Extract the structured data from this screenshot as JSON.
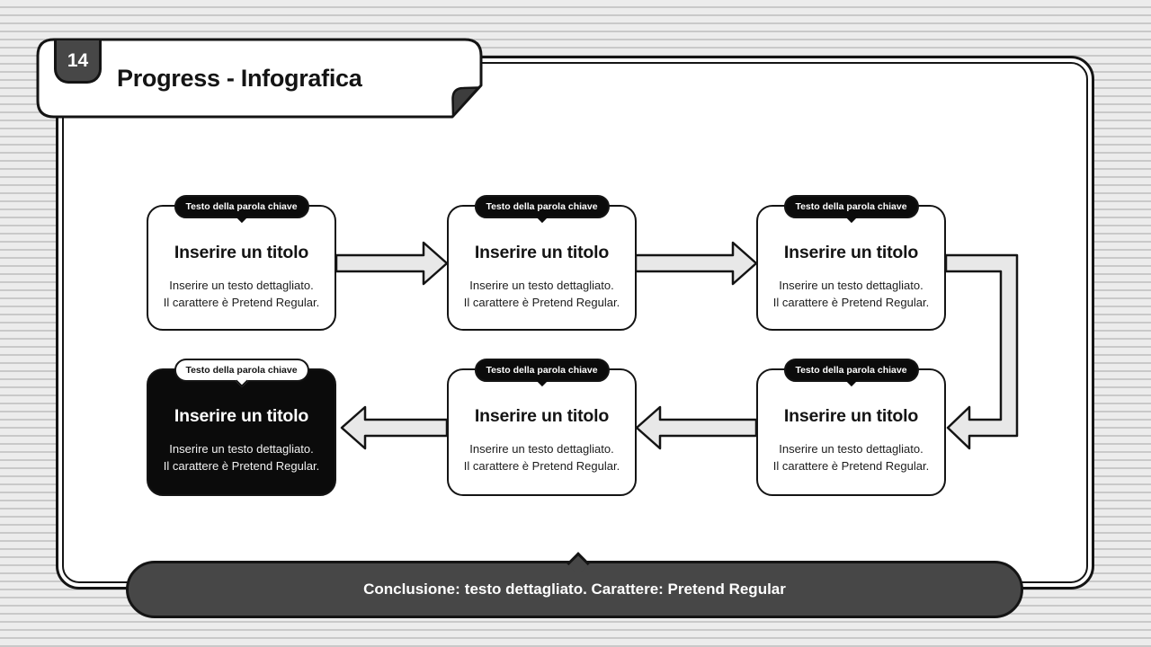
{
  "slide": {
    "number": "14",
    "title": "Progress - Infografica"
  },
  "boxes": [
    {
      "badge": "Testo della parola chiave",
      "title": "Inserire un titolo",
      "body1": "Inserire un testo dettagliato.",
      "body2": "Il carattere è Pretend Regular.",
      "variant": "light"
    },
    {
      "badge": "Testo della parola chiave",
      "title": "Inserire un titolo",
      "body1": "Inserire un testo dettagliato.",
      "body2": "Il carattere è Pretend Regular.",
      "variant": "light"
    },
    {
      "badge": "Testo della parola chiave",
      "title": "Inserire un titolo",
      "body1": "Inserire un testo dettagliato.",
      "body2": "Il carattere è Pretend Regular.",
      "variant": "light"
    },
    {
      "badge": "Testo della parola chiave",
      "title": "Inserire un titolo",
      "body1": "Inserire un testo dettagliato.",
      "body2": "Il carattere è Pretend Regular.",
      "variant": "light"
    },
    {
      "badge": "Testo della parola chiave",
      "title": "Inserire un titolo",
      "body1": "Inserire un testo dettagliato.",
      "body2": "Il carattere è Pretend Regular.",
      "variant": "light"
    },
    {
      "badge": "Testo della parola chiave",
      "title": "Inserire un titolo",
      "body1": "Inserire un testo dettagliato.",
      "body2": "Il carattere è Pretend Regular.",
      "variant": "dark"
    }
  ],
  "conclusion": {
    "label": "Conclusione:",
    "text": "testo dettagliato. Carattere: Pretend Regular"
  },
  "colors": {
    "stripe_light": "#ececec",
    "stripe_dark": "#c9c9c9",
    "ink": "#141414",
    "paper": "#ffffff",
    "dark_gray": "#474747",
    "flap_gray": "#3d3d3d",
    "black_fill": "#0b0b0b",
    "arrow_fill": "#e8e8e8"
  }
}
